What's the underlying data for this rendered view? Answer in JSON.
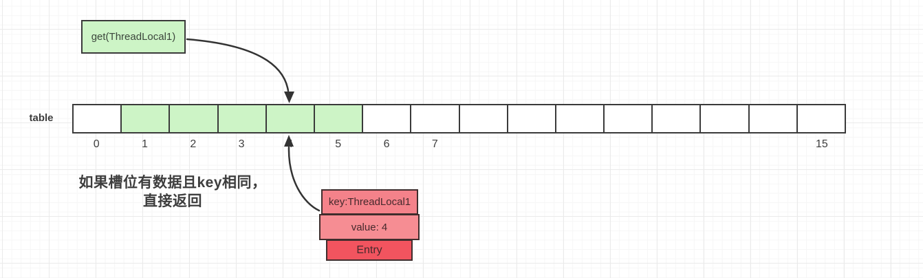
{
  "get_box": {
    "label": "get(ThreadLocal1)"
  },
  "table": {
    "label": "table",
    "cells": [
      {
        "index": "0",
        "highlighted": false
      },
      {
        "index": "1",
        "highlighted": true
      },
      {
        "index": "2",
        "highlighted": true
      },
      {
        "index": "3",
        "highlighted": true
      },
      {
        "index": "4",
        "highlighted": true
      },
      {
        "index": "5",
        "highlighted": true
      },
      {
        "index": "6",
        "highlighted": false
      },
      {
        "index": "7",
        "highlighted": false
      },
      {
        "index": "",
        "highlighted": false
      },
      {
        "index": "",
        "highlighted": false
      },
      {
        "index": "",
        "highlighted": false
      },
      {
        "index": "",
        "highlighted": false
      },
      {
        "index": "",
        "highlighted": false
      },
      {
        "index": "",
        "highlighted": false
      },
      {
        "index": "",
        "highlighted": false
      },
      {
        "index": "15",
        "highlighted": false
      }
    ]
  },
  "annotation": {
    "line1": "如果槽位有数据且key相同，",
    "line2": "直接返回"
  },
  "entry_stack": {
    "key_label": "key:ThreadLocal1",
    "value_label": "value: 4",
    "type_label": "Entry"
  },
  "arrows": [
    {
      "name": "get-to-slot-4",
      "from": "get-call-box",
      "to": "table-cell-4"
    },
    {
      "name": "entry-to-slot-4",
      "from": "entry-stack",
      "to": "table-cell-4"
    }
  ],
  "colors": {
    "slot_highlight": "#cdf4c6",
    "get_box_fill": "#cdf4c6",
    "entry_key_fill": "#f4828a",
    "entry_value_fill": "#f68d93",
    "entry_type_fill": "#f2545f",
    "box_border": "#3a3a3a",
    "arrow": "#333333",
    "text_dark": "#3d3d3d"
  }
}
